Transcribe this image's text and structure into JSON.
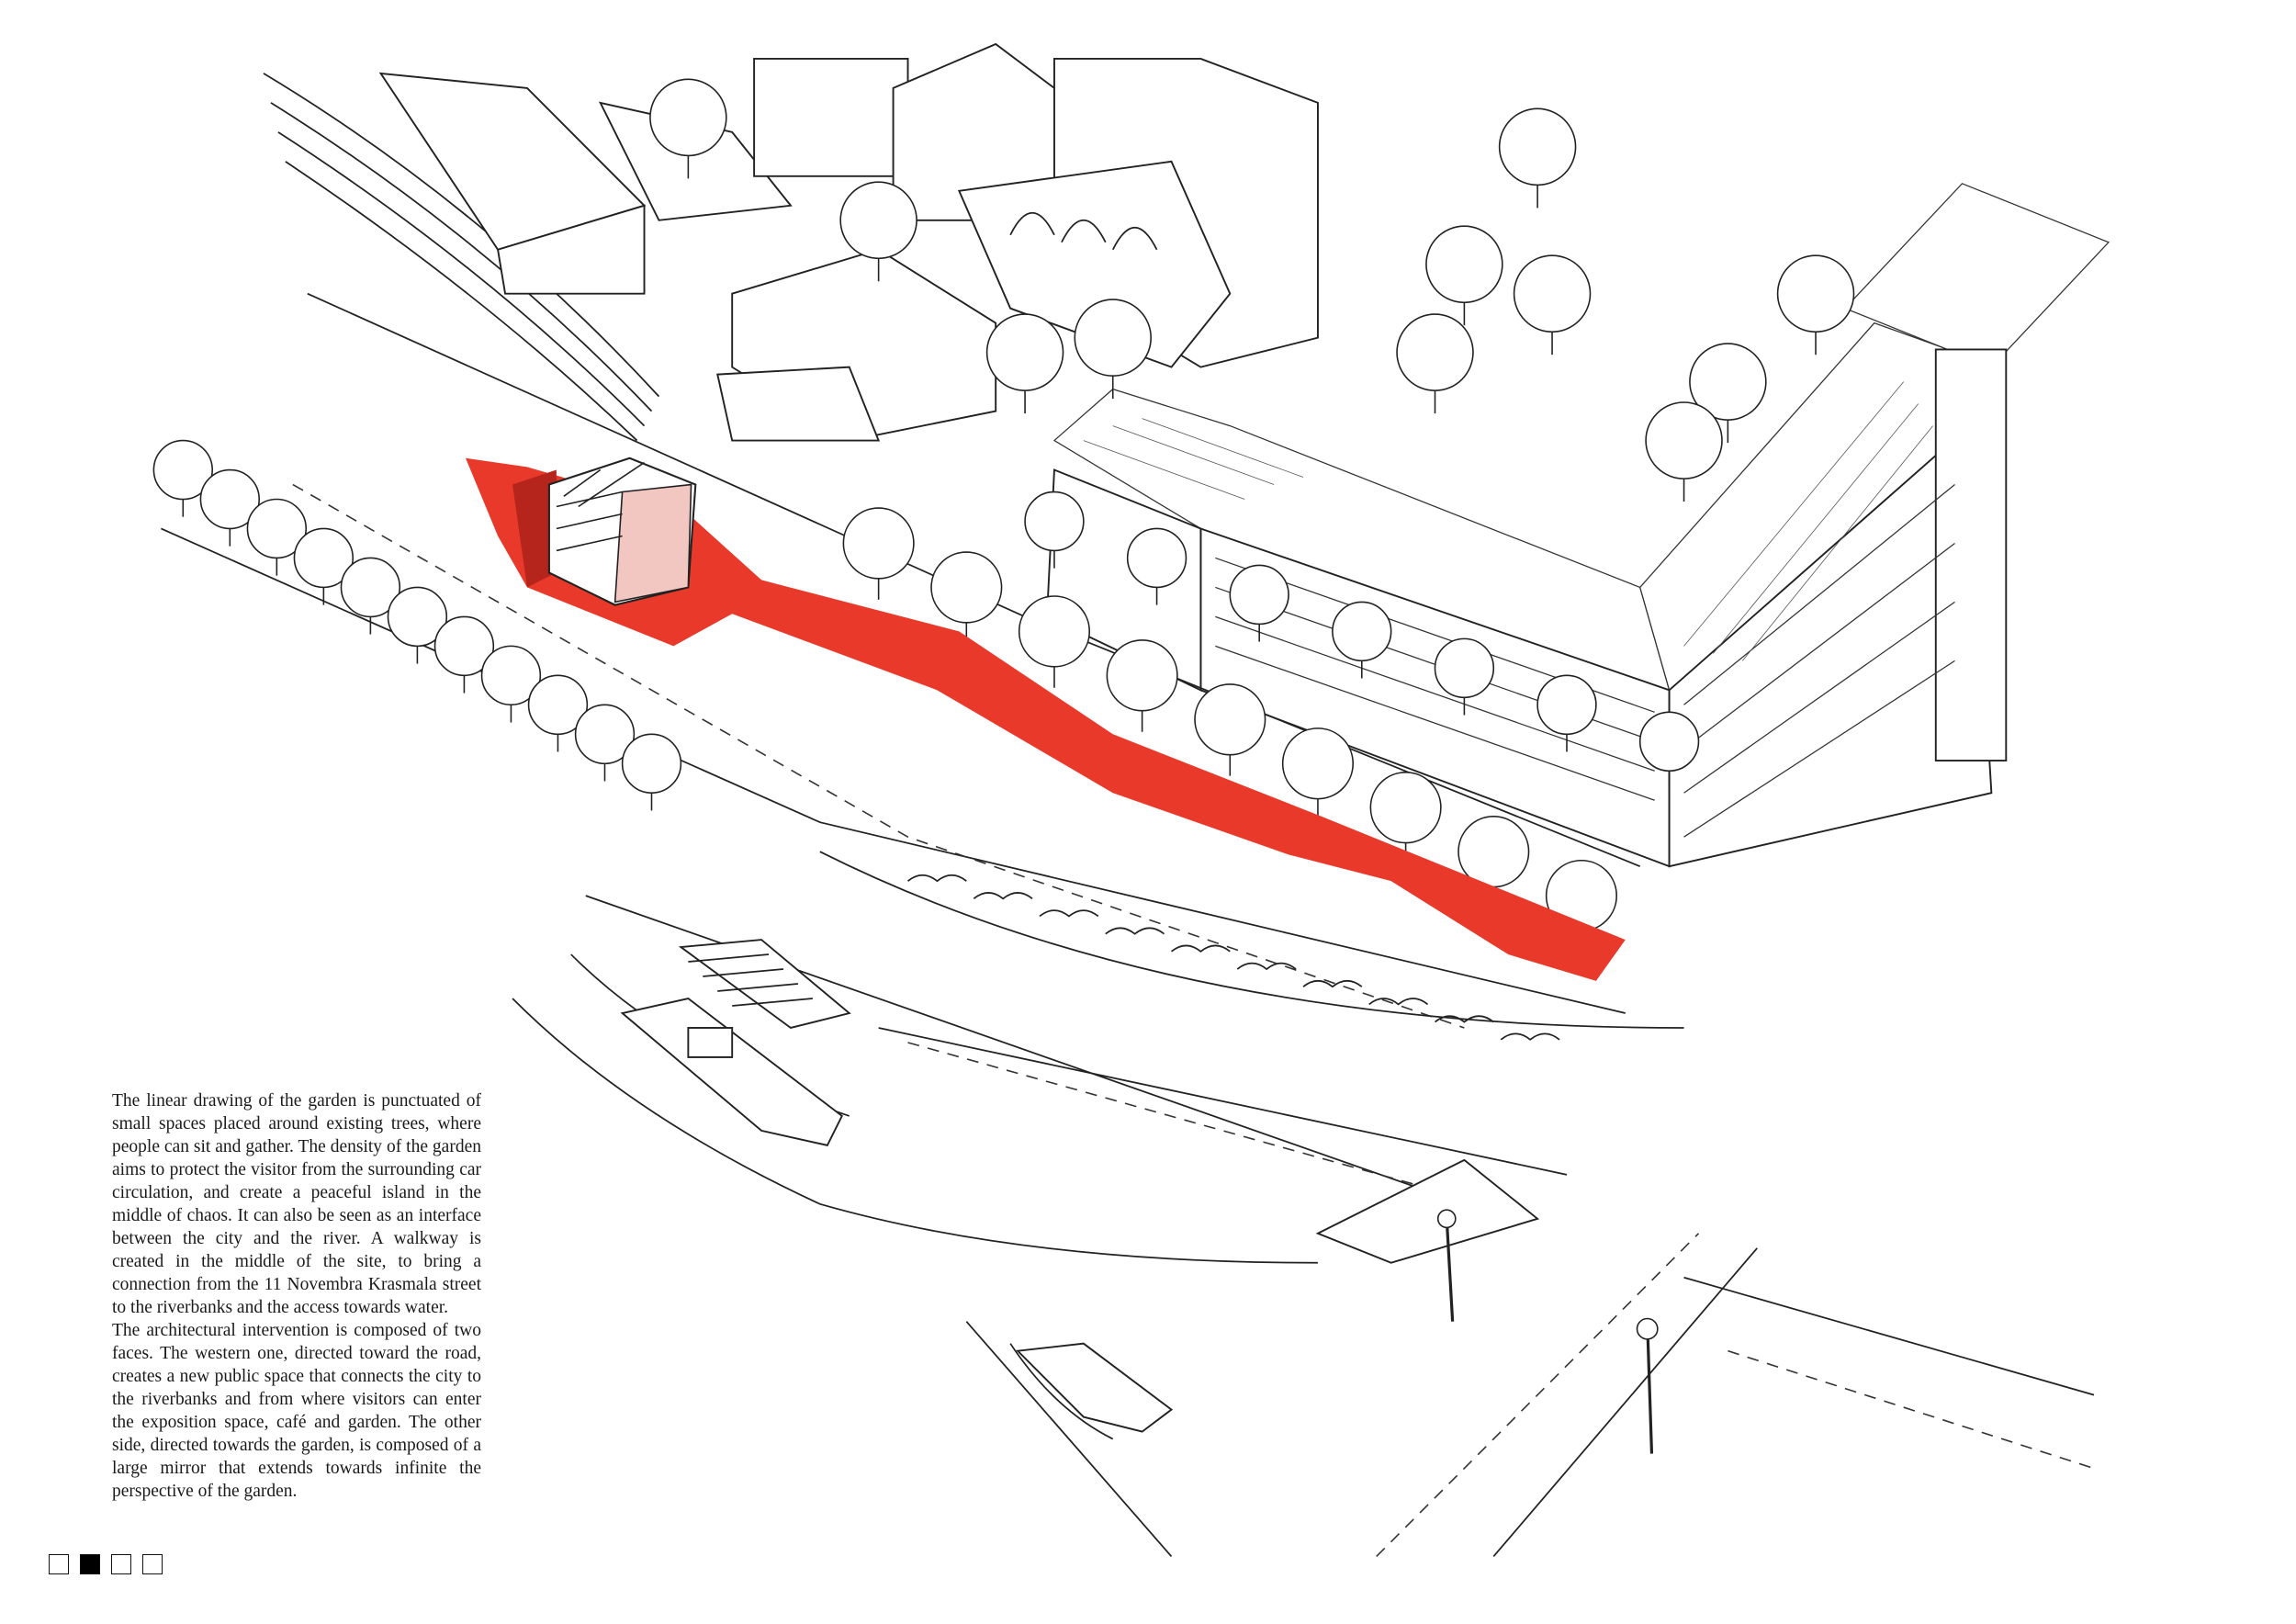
{
  "description": {
    "paragraph1": "The linear drawing of the garden is punctuated of small spaces placed around existing trees, where people can sit and gather. The density of the garden aims to protect the visitor from the surrounding car circulation, and create a peaceful island in the middle of chaos. It can also be seen as an interface between the city and the river. A walkway is created in the middle of the site, to bring a connection from the 11 Novembra Krasmala street to the riverbanks and the access towards water.",
    "paragraph2": "The architectural intervention is composed of two faces. The western one, directed toward the road, creates a new public space that connects the city to the riverbanks and from where visitors can enter the exposition space, café and garden. The other side, directed towards the garden, is composed of a large mirror that extends towards infinite the perspective of the garden."
  },
  "pager": {
    "total": 4,
    "active_index": 1
  },
  "colors": {
    "walkway": "#e8392a",
    "walkway_dark": "#b5251b",
    "ink": "#222222"
  }
}
